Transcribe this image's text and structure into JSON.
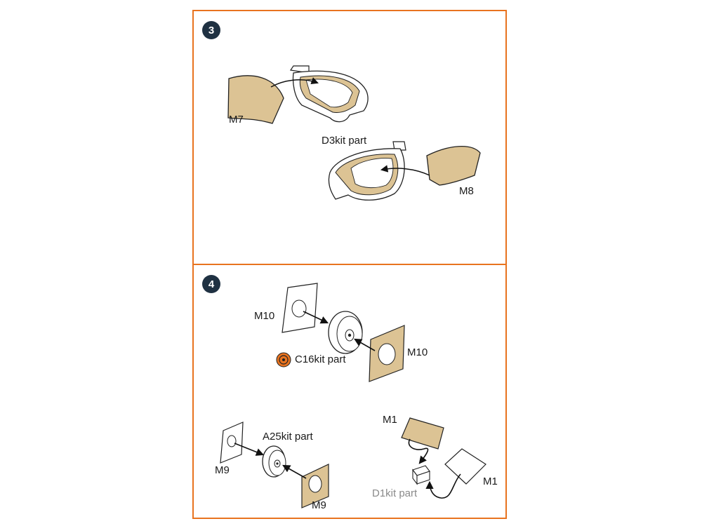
{
  "steps": [
    {
      "number": "3",
      "labels": {
        "m7": "M7",
        "d3": "D3kit part",
        "m8": "M8"
      }
    },
    {
      "number": "4",
      "labels": {
        "m10_left": "M10",
        "m10_right": "M10",
        "c16": "C16kit part",
        "a25": "A25kit part",
        "m9_left": "M9",
        "m9_bottom": "M9",
        "m1_top": "M1",
        "m1_right": "M1",
        "d1": "D1kit part"
      }
    }
  ],
  "colors": {
    "panel_border": "#e8731f",
    "badge": "#1f3142",
    "mask_fill": "#dcc394",
    "warning_icon": "#e8731f"
  }
}
